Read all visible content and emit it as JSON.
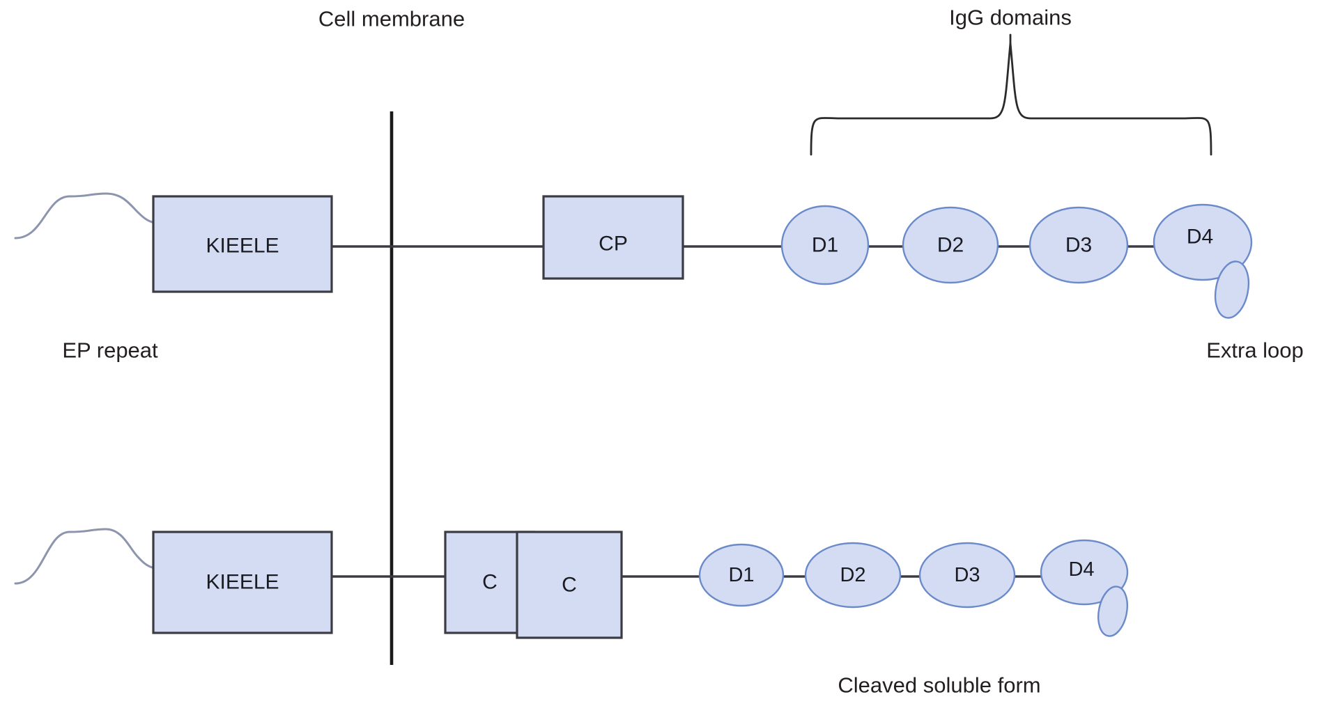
{
  "figure": {
    "kind": "protein-domain-schematic",
    "background_color": "#ffffff"
  },
  "colors": {
    "shape_fill": "#d4dcf3",
    "box_stroke": "#3b3b43",
    "ellipse_stroke": "#6b8ac9",
    "connector_stroke": "#3b3b43",
    "membrane_stroke": "#1a1a1a",
    "brace_stroke": "#2b2b2b",
    "squiggle_stroke": "#8d94ad",
    "text_color": "#231f20"
  },
  "annotations": {
    "cell_membrane": "Cell membrane",
    "igg_domains": "IgG domains",
    "ep_repeat": "EP repeat",
    "extra_loop": "Extra loop",
    "cleaved_soluble_form": "Cleaved soluble form"
  },
  "rows": [
    {
      "id": "full-length-form",
      "boxes": [
        {
          "label": "KIEELE",
          "name": "kieele-box-top"
        },
        {
          "label": "CP",
          "name": "cp-box"
        }
      ],
      "domains": [
        {
          "label": "D1",
          "name": "domain-d1-top"
        },
        {
          "label": "D2",
          "name": "domain-d2-top"
        },
        {
          "label": "D3",
          "name": "domain-d3-top"
        },
        {
          "label": "D4",
          "name": "domain-d4-top"
        }
      ]
    },
    {
      "id": "cleaved-form",
      "boxes": [
        {
          "label": "KIEELE",
          "name": "kieele-box-bottom"
        },
        {
          "label": "C",
          "name": "c-box-membrane"
        },
        {
          "label": "C",
          "name": "c-box-soluble"
        }
      ],
      "domains": [
        {
          "label": "D1",
          "name": "domain-d1-bottom"
        },
        {
          "label": "D2",
          "name": "domain-d2-bottom"
        },
        {
          "label": "D3",
          "name": "domain-d3-bottom"
        },
        {
          "label": "D4",
          "name": "domain-d4-bottom"
        }
      ]
    }
  ]
}
